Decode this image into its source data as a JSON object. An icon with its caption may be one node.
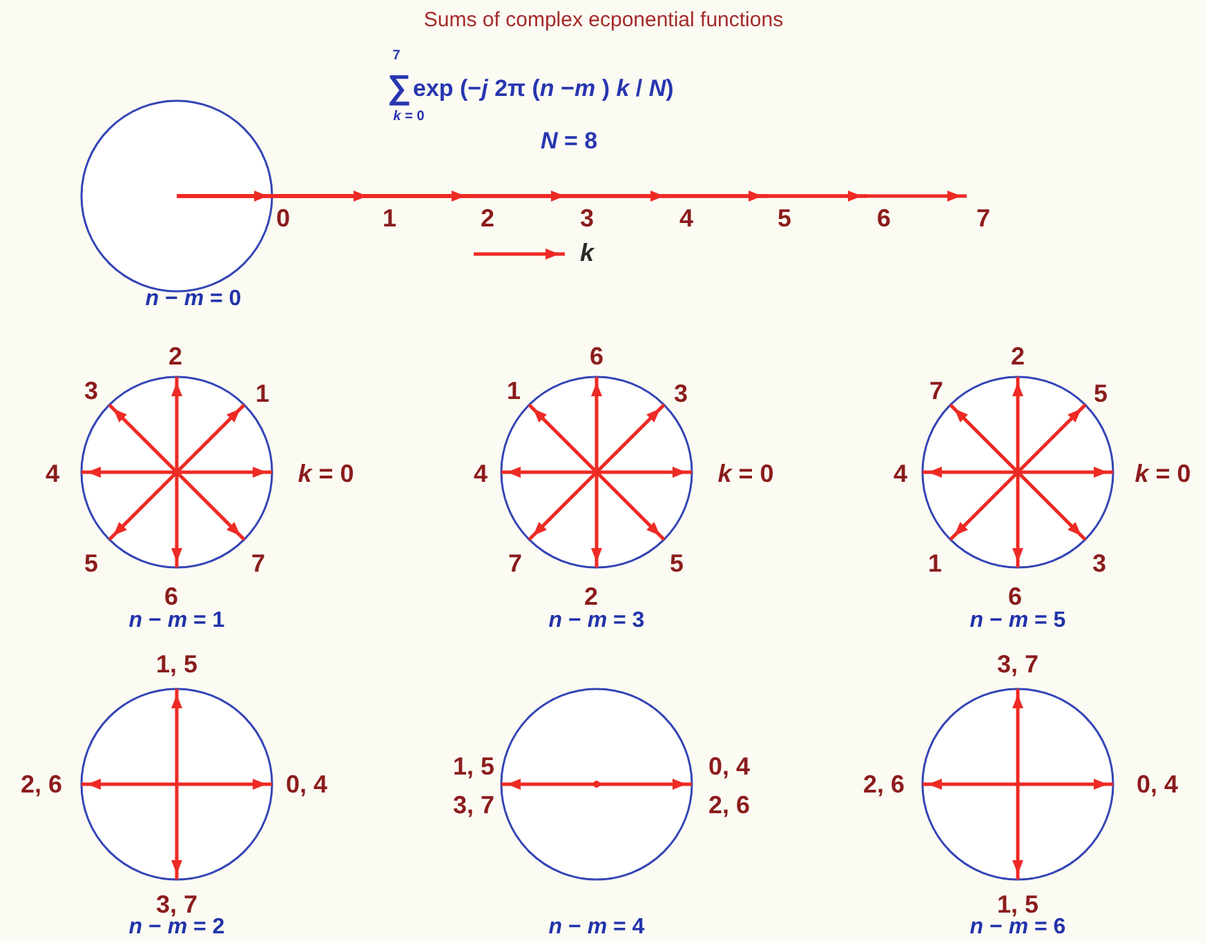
{
  "diagram": {
    "title": "Sums of complex ecponential functions",
    "nodes": [
      {
        "text": [
          "*n* − *m* = 0"
        ]
      },
      {
        "text": [
          "*n* − *m* = 1"
        ],
        "beside": [
          "2",
          "3",
          "1",
          "4",
          "*k* = 0",
          "5",
          "7",
          "6"
        ]
      },
      {
        "text": [
          "*n* − *m* = 3"
        ],
        "beside": [
          "6",
          "1",
          "3",
          "4",
          "*k* = 0",
          "7",
          "5",
          "2"
        ]
      },
      {
        "text": [
          "*n* − *m* = 5"
        ],
        "beside": [
          "2",
          "7",
          "5",
          "4",
          "*k* = 0",
          "1",
          "3",
          "6"
        ]
      },
      {
        "text": [
          "*n* − *m* = 2"
        ],
        "beside": [
          "1, 5",
          "2, 6",
          "0, 4",
          "3, 7"
        ]
      },
      {
        "text": [
          "*n* − *m* = 4"
        ],
        "beside": [
          "1, 5",
          "0, 4",
          "3, 7",
          "2, 6"
        ]
      },
      {
        "text": [
          "*n* − *m* = 6"
        ],
        "beside": [
          "3, 7",
          "2, 6",
          "0, 4",
          "1, 5"
        ]
      }
    ],
    "labels": [
      "7",
      "∑",
      "*k* = 0",
      "exp (−*j* 2π (*n* −*m* ) *k* / *N*)",
      "*N* = 8",
      "0",
      "1",
      "2",
      "3",
      "4",
      "5",
      "6",
      "7"
    ],
    "legend": [
      {
        "text": "k"
      }
    ]
  }
}
